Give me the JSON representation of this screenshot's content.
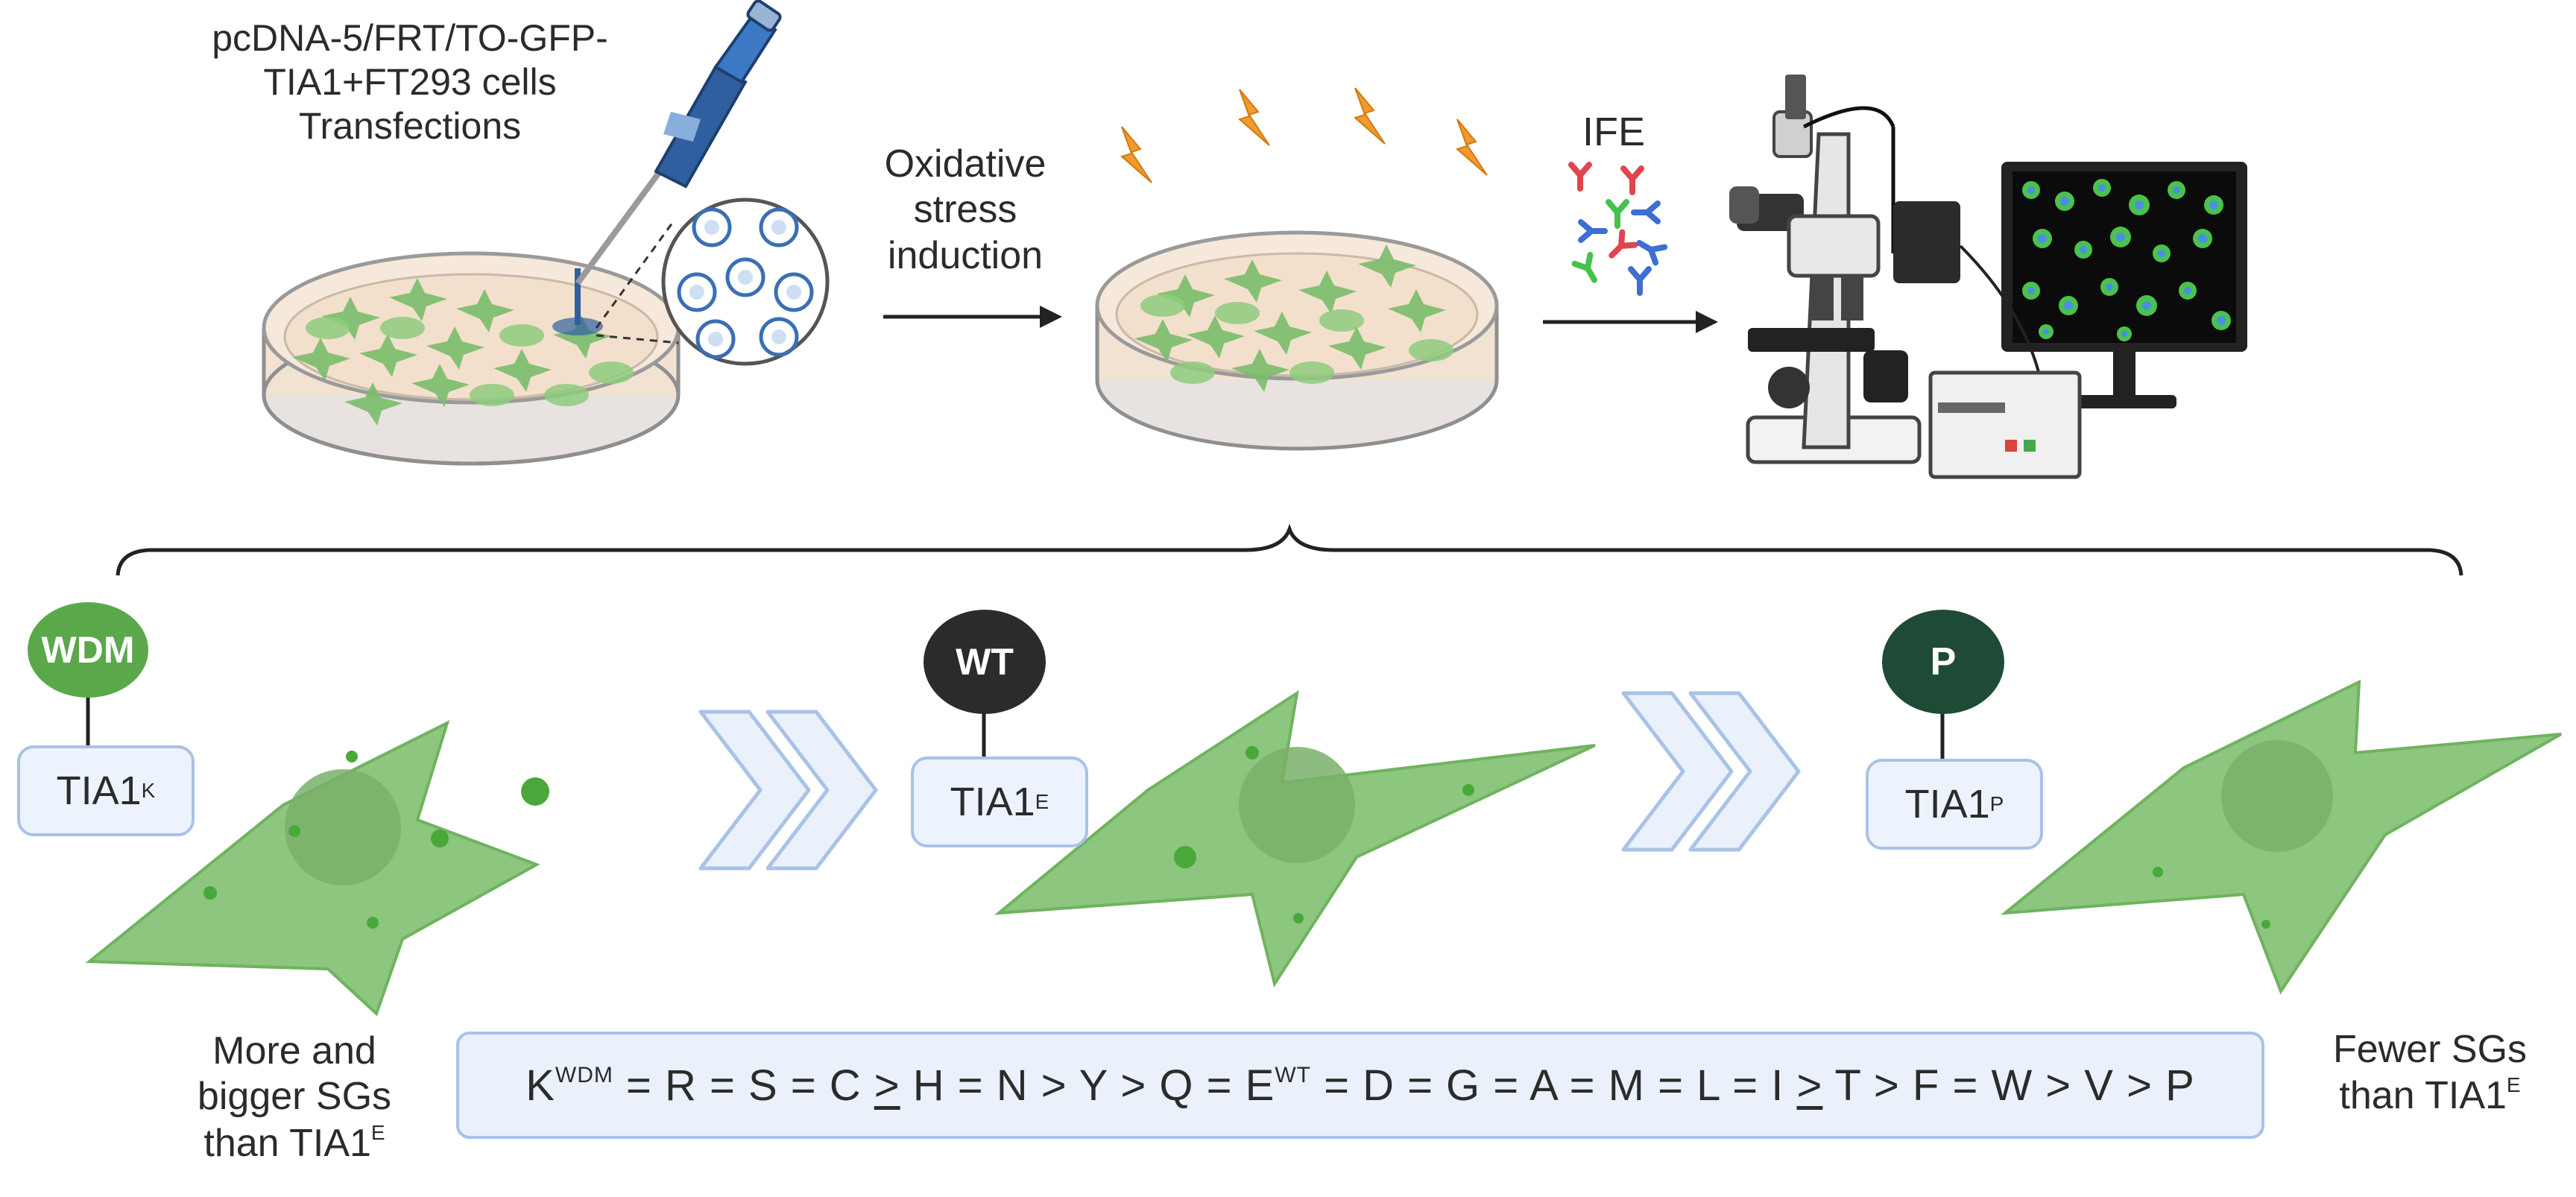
{
  "top": {
    "transfection_label": [
      "pcDNA-5/FRT/TO-GFP-",
      "TIA1+FT293 cells",
      "Transfections"
    ],
    "stress_label": [
      "Oxidative",
      "stress",
      "induction"
    ],
    "ife_label": "IFE"
  },
  "variants": [
    {
      "badge": "WDM",
      "badge_color": "#5aa84a",
      "box_base": "TIA1",
      "box_sup": "K"
    },
    {
      "badge": "WT",
      "badge_color": "#2b2b2b",
      "box_base": "TIA1",
      "box_sup": "E"
    },
    {
      "badge": "P",
      "badge_color": "#1f4a36",
      "box_base": "TIA1",
      "box_sup": "P"
    }
  ],
  "left_caption": [
    "More and",
    "bigger SGs",
    "than TIA1"
  ],
  "left_caption_sup": "E",
  "right_caption": [
    "Fewer SGs",
    "than TIA1"
  ],
  "right_caption_sup": "E",
  "sequence": {
    "k": "K",
    "k_sup": "WDM",
    "part1": " = R = S = C ",
    "ge1": ">",
    "part2": " H = N > Y > Q = E",
    "e_sup": "WT",
    "part3": " = D = G = A = M = L = I ",
    "ge2": ">",
    "part4": " T > F = W > V > P"
  },
  "colors": {
    "cell_green": "#8dc67f",
    "cell_edge": "#6fb35f",
    "dish_medium": "#f3e4d4",
    "bolt": "#f29a2e",
    "box_blue": "#a9c2e6"
  }
}
